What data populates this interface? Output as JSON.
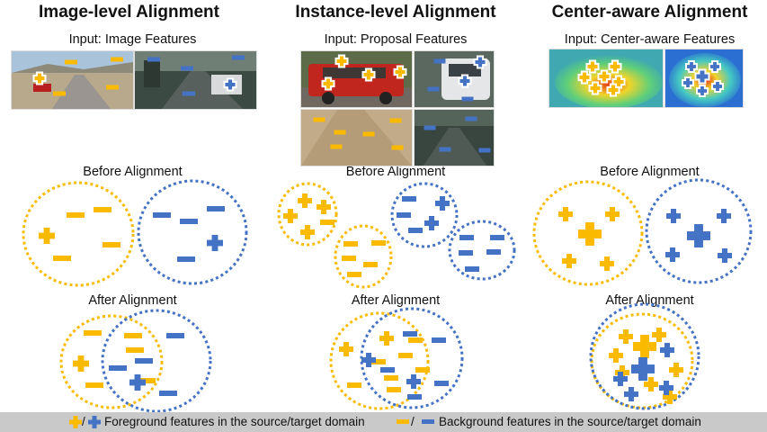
{
  "colors": {
    "source": "#F9BA00",
    "target": "#4472C4"
  },
  "columns": [
    {
      "title": "Image-level Alignment",
      "input_caption": "Input: Image Features"
    },
    {
      "title": "Instance-level Alignment",
      "input_caption": "Input: Proposal Features"
    },
    {
      "title": "Center-aware Alignment",
      "input_caption": "Input: Center-aware Features"
    }
  ],
  "before_label": "Before Alignment",
  "after_label": "After Alignment",
  "legend": {
    "slash": "/",
    "foreground": "Foreground features in the source/target domain",
    "background": "Background features in the source/target domain"
  }
}
